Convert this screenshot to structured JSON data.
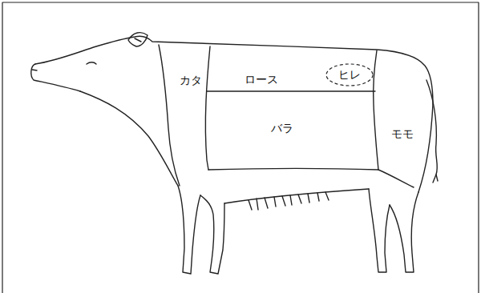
{
  "diagram": {
    "nodes": [
      {
        "text": [
          "ヒレ"
        ]
      }
    ],
    "labels": [
      "カタ",
      "ロース",
      "バラ",
      "モモ"
    ]
  }
}
